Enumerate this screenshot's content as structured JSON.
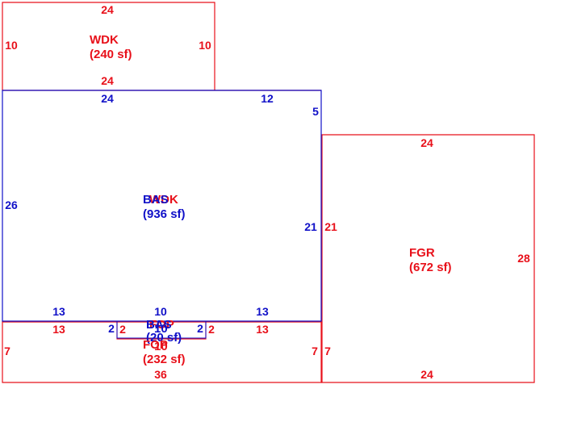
{
  "colors": {
    "red": "#e8101a",
    "blue": "#1010c8"
  },
  "wdk": {
    "name": "WDK",
    "area": "(240 sf)",
    "dim_top": "24",
    "dim_left": "10",
    "dim_right": "10",
    "dim_bottom": "24"
  },
  "bas": {
    "name": "BAS",
    "overlap_name": "WDK",
    "area": "(936 sf)",
    "dim_top_left": "24",
    "dim_top_right": "12",
    "dim_notch": "5",
    "dim_left": "26",
    "dim_right": "21",
    "dim_bottom_left": "13",
    "dim_bottom_mid": "10",
    "dim_bottom_right": "13"
  },
  "bas_small": {
    "name": "BAS",
    "overlap_name": "FOP",
    "area": "(20 sf)",
    "dim_left": "2",
    "dim_mid": "10",
    "dim_right": "2"
  },
  "fop": {
    "name": "FOP",
    "overlap_name": "10",
    "area": "(232 sf)",
    "dim_top_left": "13",
    "dim_inner_left": "2",
    "dim_inner_right": "2",
    "dim_top_right": "13",
    "dim_left": "7",
    "dim_right": "7",
    "dim_bottom": "36"
  },
  "fgr": {
    "name": "FGR",
    "area": "(672 sf)",
    "dim_top": "24",
    "dim_left": "21",
    "dim_left_bottom": "7",
    "dim_right": "28",
    "dim_bottom": "24"
  }
}
